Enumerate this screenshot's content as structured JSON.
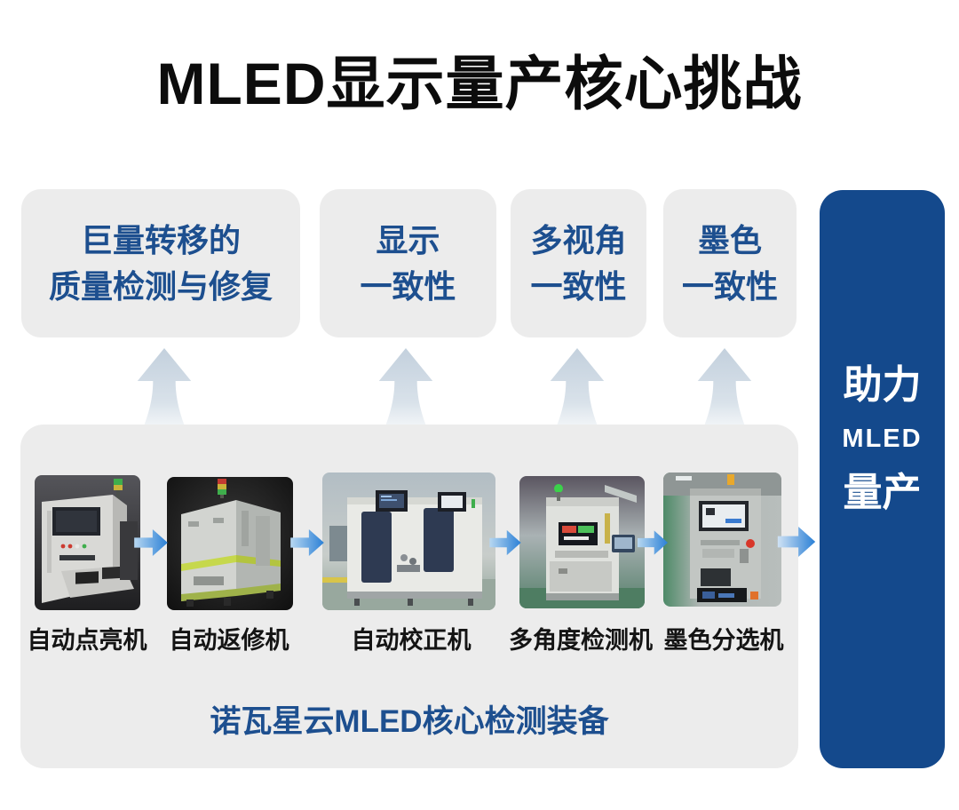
{
  "title": "MLED显示量产核心挑战",
  "colors": {
    "navy_text": "#1d4f8f",
    "panel_blue": "#14498c",
    "box_gray": "#ececec",
    "flow_arrow_blue": "#2b80d6",
    "up_arrow_gray_blue": "#c3d0dd",
    "title_black": "#0c0c0c"
  },
  "challenges": [
    {
      "lines": [
        "巨量转移的",
        "质量检测与修复"
      ]
    },
    {
      "lines": [
        "显示",
        "一致性"
      ]
    },
    {
      "lines": [
        "多视角",
        "一致性"
      ]
    },
    {
      "lines": [
        "墨色",
        "一致性"
      ]
    }
  ],
  "result_panel": {
    "lines": [
      "助力",
      "MLED",
      "量产"
    ]
  },
  "machines": [
    {
      "label": "自动点亮机"
    },
    {
      "label": "自动返修机"
    },
    {
      "label": "自动校正机"
    },
    {
      "label": "多角度检测机"
    },
    {
      "label": "墨色分选机"
    }
  ],
  "caption": "诺瓦星云MLED核心检测装备"
}
